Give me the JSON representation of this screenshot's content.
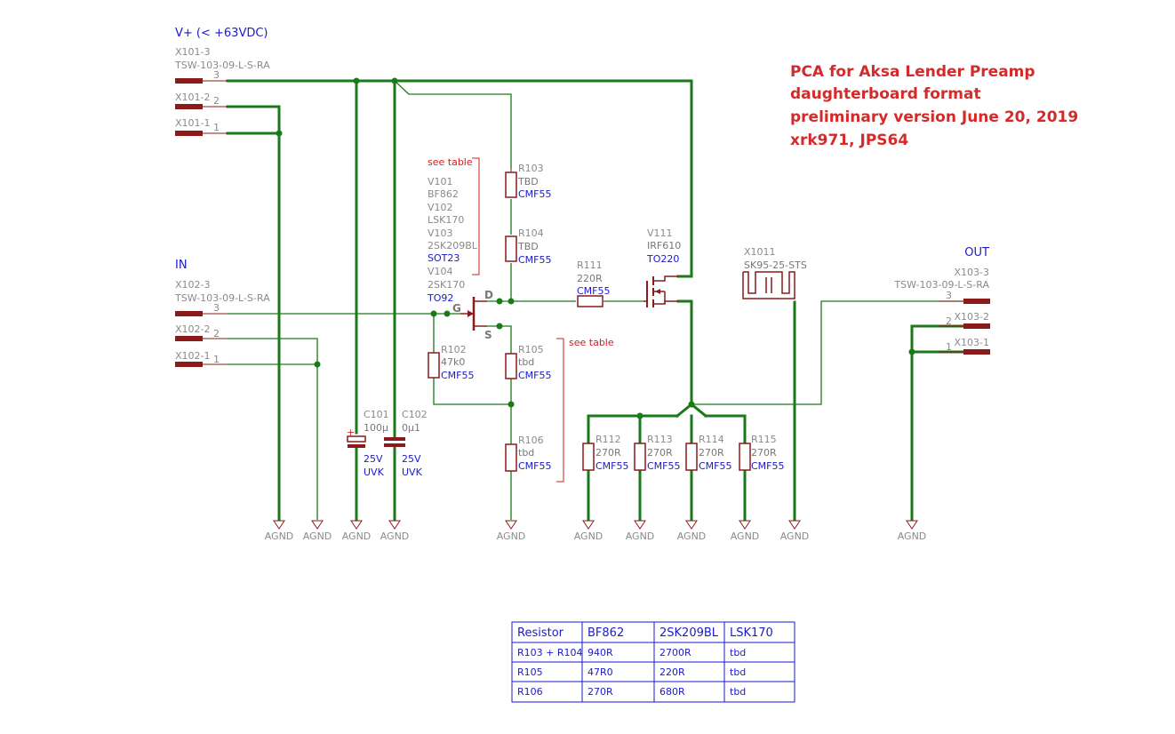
{
  "title": {
    "line1": "PCA for Aksa Lender Preamp",
    "line2": "daughterboard format",
    "line3": "preliminary version  June 20, 2019",
    "line4": "xrk971, JPS64"
  },
  "net_labels": {
    "vplus": "V+ (< +63VDC)",
    "in": "IN",
    "out": "OUT",
    "gnd": "AGND"
  },
  "connectors": {
    "x101_3": "X101-3",
    "x101_2": "X101-2",
    "x101_1": "X101-1",
    "x102_3": "X102-3",
    "x102_2": "X102-2",
    "x102_1": "X102-1",
    "x103_3": "X103-3",
    "x103_2": "X103-2",
    "x103_1": "X103-1",
    "part": "TSW-103-09-L-S-RA",
    "pin1": "1",
    "pin2": "2",
    "pin3": "3"
  },
  "jfet": {
    "note": "see table",
    "names": [
      "V101",
      "BF862",
      "V102",
      "LSK170",
      "V103",
      "2SK209BL"
    ],
    "pkg1": "SOT23",
    "v104": "V104",
    "v104_part": "2SK170",
    "pkg2": "TO92",
    "pin_d": "D",
    "pin_g": "G",
    "pin_s": "S"
  },
  "resistors": {
    "r103": {
      "name": "R103",
      "value": "TBD",
      "pkg": "CMF55"
    },
    "r104": {
      "name": "R104",
      "value": "TBD",
      "pkg": "CMF55"
    },
    "r111": {
      "name": "R111",
      "value": "220R",
      "pkg": "CMF55"
    },
    "r102": {
      "name": "R102",
      "value": "47k0",
      "pkg": "CMF55"
    },
    "r105": {
      "name": "R105",
      "value": "tbd",
      "pkg": "CMF55"
    },
    "r106": {
      "name": "R106",
      "value": "tbd",
      "pkg": "CMF55"
    },
    "r112": {
      "name": "R112",
      "value": "270R",
      "pkg": "CMF55"
    },
    "r113": {
      "name": "R113",
      "value": "270R",
      "pkg": "CMF55"
    },
    "r114": {
      "name": "R114",
      "value": "270R",
      "pkg": "CMF55"
    },
    "r115": {
      "name": "R115",
      "value": "270R",
      "pkg": "CMF55"
    },
    "note2": "see table"
  },
  "mosfet": {
    "name": "V111",
    "part": "IRF610",
    "pkg": "TO220"
  },
  "heatsink": {
    "name": "X1011",
    "part": "SK95-25-STS"
  },
  "caps": {
    "c101": {
      "name": "C101",
      "value": "100µ",
      "volt": "25V",
      "pkg": "UVK",
      "plus": "+"
    },
    "c102": {
      "name": "C102",
      "value": "0µ1",
      "volt": "25V",
      "pkg": "UVK"
    }
  },
  "table": {
    "headers": [
      "Resistor",
      "BF862",
      "2SK209BL",
      "LSK170"
    ],
    "rows": [
      [
        "R103 + R104",
        "940R",
        "2700R",
        "tbd"
      ],
      [
        "R105",
        "47R0",
        "220R",
        "tbd"
      ],
      [
        "R106",
        "270R",
        "680R",
        "tbd"
      ]
    ]
  },
  "colors": {
    "wire": "#1a7a1a",
    "symbol": "#8b1a1a",
    "label_blue": "#1a1acc",
    "title_red": "#d42a2a"
  }
}
